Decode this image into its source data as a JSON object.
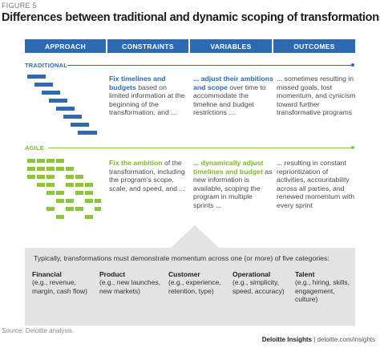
{
  "figure_label": "FIGURE 5",
  "title": "Differences between traditional and dynamic scoping of transformations",
  "columns": [
    "APPROACH",
    "CONSTRAINTS",
    "VARIABLES",
    "OUTCOMES"
  ],
  "colors": {
    "blue": "#2c6bb3",
    "green": "#8cc63f",
    "panel": "#e3e3e3"
  },
  "traditional": {
    "label": "TRADITIONAL",
    "constraints": {
      "highlight": "Fix timelines and budgets",
      "text": " based on limited information at the beginning of the transformation, and ..."
    },
    "variables": {
      "highlight": "... adjust their ambitions and scope",
      "text": " over time to accommodate the timeline and budget restrictions ..."
    },
    "outcomes": {
      "text": "... sometimes resulting in missed goals, lost momentum, and cynicism toward further transformative programs"
    }
  },
  "agile": {
    "label": "AGILE",
    "constraints": {
      "highlight": "Fix the ambition",
      "text": " of the transformation, including the program's scope, scale, and speed, and ..."
    },
    "variables": {
      "highlight": "... dynamically adjust timelines and budget",
      "text": " as new information is available, scoping the program in multiple sprints ..."
    },
    "outcomes": {
      "text": "... resulting in constant reprioritization of activities, accountability across all parties, and renewed momentum with every sprint"
    }
  },
  "panel": {
    "intro": "Typically, transformations must demonstrate momentum across one (or more) of five categories:",
    "categories": [
      {
        "name": "Financial",
        "detail": "(e.g., revenue, margin, cash flow)"
      },
      {
        "name": "Product",
        "detail": "(e.g., new launches, new markets)"
      },
      {
        "name": "Customer",
        "detail": "(e.g., experience, retention, type)"
      },
      {
        "name": "Operational",
        "detail": "(e.g., simplicity, speed, accuracy)"
      },
      {
        "name": "Talent",
        "detail": "(e.g., hiring, skills, engagement, culture)"
      }
    ]
  },
  "source": "Source: Deloitte analysis.",
  "credit": {
    "brand": "Deloitte Insights",
    "separator": " | ",
    "url": "deloitte.com/insights"
  }
}
